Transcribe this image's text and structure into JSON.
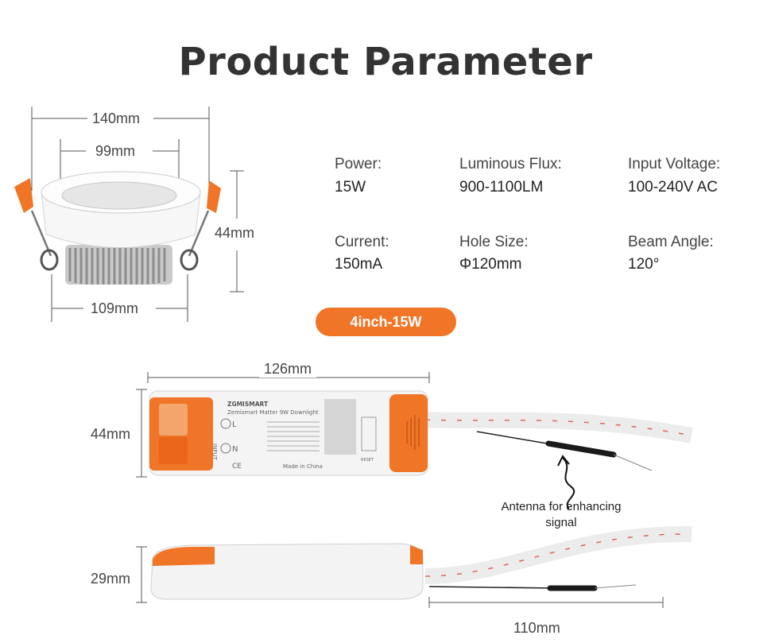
{
  "title": "Product Parameter",
  "downlight": {
    "outer_diameter": "140mm",
    "inner_diameter": "99mm",
    "height": "44mm",
    "heatsink_width": "109mm"
  },
  "params": [
    {
      "label": "Power:",
      "value": "15W"
    },
    {
      "label": "Luminous Flux:",
      "value": "900-1100LM"
    },
    {
      "label": "Input Voltage:",
      "value": "100-240V AC"
    },
    {
      "label": "Current:",
      "value": "150mA"
    },
    {
      "label": "Hole Size:",
      "value": "Φ120mm"
    },
    {
      "label": "Beam Angle:",
      "value": "120°"
    }
  ],
  "badge": "4inch-15W",
  "driver": {
    "length": "126mm",
    "width": "44mm",
    "thickness": "29mm",
    "cable_length": "110mm",
    "brand": "ZGMISMART",
    "product_line": "Zemismart Matter 9W Downlight",
    "made_in": "Made in China",
    "input_l": "L",
    "input_n": "N",
    "input_side": "INPUT",
    "reset": "RESET",
    "ce_mark": "CE",
    "antenna_note": "Antenna for enhancing signal"
  },
  "colors": {
    "accent": "#f07526",
    "text": "#333333"
  }
}
